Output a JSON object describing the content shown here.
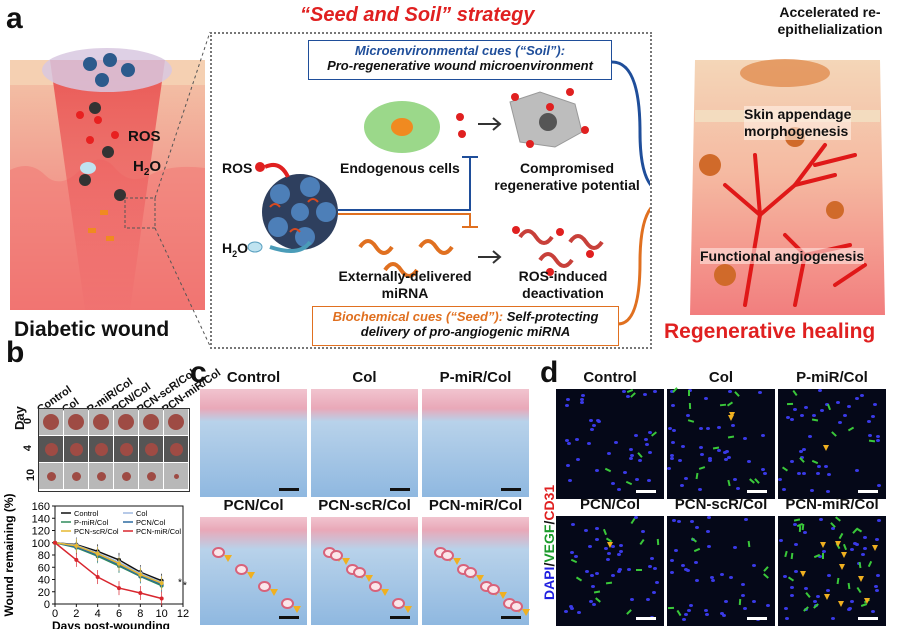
{
  "panel_a": {
    "letter": "a",
    "strategy_title": "“Seed and Soil” strategy",
    "diabetic_label": "Diabetic wound",
    "regen_label": "Regenerative healing",
    "ros": "ROS",
    "h2o": "H",
    "h2o_sub": "2",
    "h2o_o": "O",
    "soil_box_line1": "Microenvironmental cues (“Soil”):",
    "soil_box_line2": "Pro-regenerative wound microenvironment",
    "endogenous": "Endogenous cells",
    "compromised_1": "Compromised",
    "compromised_2": "regenerative potential",
    "external_1": "Externally-delivered",
    "external_2": "miRNA",
    "deact_1": "ROS-induced",
    "deact_2": "deactivation",
    "seed_box_line1a": "Biochemical cues (“Seed”):",
    "seed_box_line1b": " Self-protecting",
    "seed_box_line2": "delivery of pro-angiogenic miRNA",
    "accel_1": "Accelerated re-",
    "accel_2": "epithelialization",
    "append_1": "Skin appendage",
    "append_2": "morphogenesis",
    "angio": "Functional angiogenesis"
  },
  "panel_b": {
    "letter": "b",
    "group_labels": [
      "Control",
      "Col",
      "P-miR/Col",
      "PCN/Col",
      "PCN-scR/Col",
      "PCN-miR/Col"
    ],
    "day_title": "Day",
    "days": [
      "0",
      "4",
      "10"
    ],
    "colors": {
      "skin": "#9e4b44",
      "bg_row": "#b8b8b8"
    }
  },
  "chart_data": {
    "type": "line",
    "title": "",
    "xlabel": "Days post-wounding",
    "ylabel": "Wound remaining (%)",
    "xlim": [
      0,
      12
    ],
    "ylim": [
      0,
      160
    ],
    "xticks": [
      "0",
      "2",
      "4",
      "6",
      "8",
      "10",
      "12"
    ],
    "yticks": [
      "0",
      "20",
      "40",
      "60",
      "80",
      "100",
      "120",
      "140",
      "160"
    ],
    "legend_position": "top",
    "x": [
      0,
      2,
      4,
      6,
      8,
      10
    ],
    "series": [
      {
        "name": "Control",
        "color": "#111111",
        "values": [
          100,
          97,
          86,
          72,
          52,
          38
        ]
      },
      {
        "name": "Col",
        "color": "#9fb9e0",
        "values": [
          100,
          96,
          83,
          68,
          50,
          35
        ]
      },
      {
        "name": "P-miR/Col",
        "color": "#2f8a5a",
        "values": [
          100,
          92,
          78,
          62,
          45,
          30
        ]
      },
      {
        "name": "PCN/Col",
        "color": "#2c6aa0",
        "values": [
          100,
          93,
          80,
          64,
          46,
          32
        ]
      },
      {
        "name": "PCN-scR/Col",
        "color": "#e6b830",
        "values": [
          100,
          95,
          82,
          66,
          48,
          34
        ]
      },
      {
        "name": "PCN-miR/Col",
        "color": "#d8262e",
        "values": [
          100,
          72,
          44,
          26,
          18,
          9
        ]
      }
    ],
    "annotations": [
      "*",
      "*"
    ]
  },
  "panel_c": {
    "letter": "c",
    "labels": [
      "Control",
      "Col",
      "P-miR/Col",
      "PCN/Col",
      "PCN-scR/Col",
      "PCN-miR/Col"
    ]
  },
  "panel_d": {
    "letter": "d",
    "labels": [
      "Control",
      "Col",
      "P-miR/Col",
      "PCN/Col",
      "PCN-scR/Col",
      "PCN-miR/Col"
    ],
    "axis_dapi": "DAPI",
    "axis_slash1": "/",
    "axis_vegf": "VEGF",
    "axis_slash2": "/",
    "axis_cd31": "CD31"
  },
  "colors": {
    "title_red": "#e02020",
    "soil_blue": "#1f4e9a",
    "seed_orange": "#e07020",
    "vessel_red": "#e01818"
  }
}
